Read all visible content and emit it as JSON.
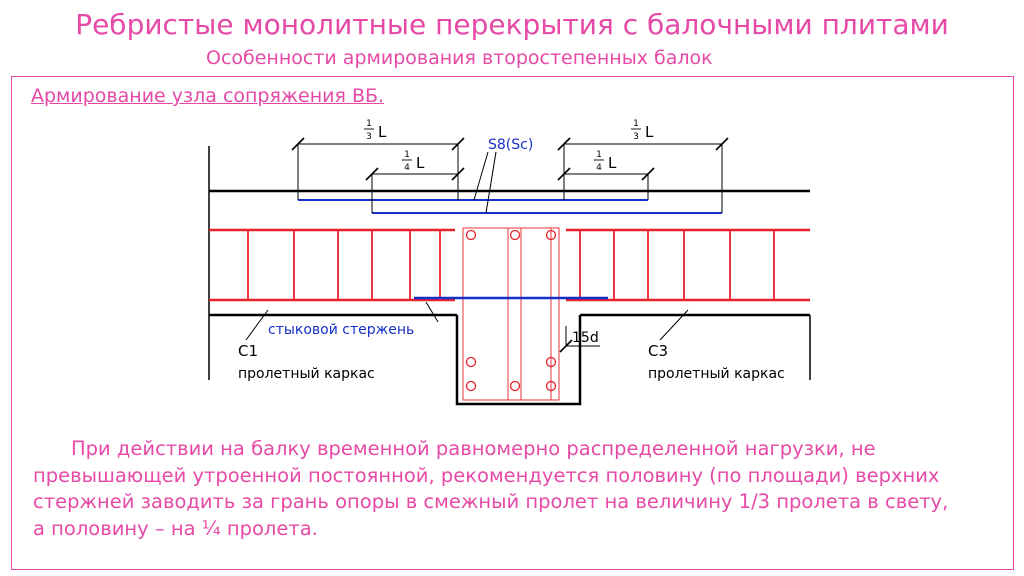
{
  "slide": {
    "title": "Ребристые монолитные перекрытия с балочными плитами",
    "subtitle": "Особенности армирования второстепенных балок",
    "section_heading": "Армирование узла сопряжения ВБ.",
    "body_text": "При действии на балку временной равномерно распределенной нагрузки, не превышающей утроенной постоянной, рекомендуется половину (по площади) верхних стержней заводить за грань опоры в смежный пролет на величину 1/3 пролета в свету, а половину – на ¼ пролета."
  },
  "drawing": {
    "dim_left_one_third": "L",
    "dim_left_one_quarter": "L",
    "dim_right_one_third": "L",
    "dim_right_one_quarter": "L",
    "frac_one_third_num": "1",
    "frac_one_third_den": "3",
    "frac_one_quarter_num": "1",
    "frac_one_quarter_den": "4",
    "top_bar_label": "S8(Sc)",
    "joint_bar_label": "стыковой стержень",
    "left_frame_mark": "С1",
    "left_frame_label": "пролетный каркас",
    "right_frame_mark": "С3",
    "right_frame_label": "пролетный каркас",
    "anchorage_label": "15d"
  },
  "colors": {
    "accent": "#e64aa6",
    "rebar_red": "#e8212b",
    "rebar_blue": "#1530c8",
    "outline": "#000000"
  }
}
